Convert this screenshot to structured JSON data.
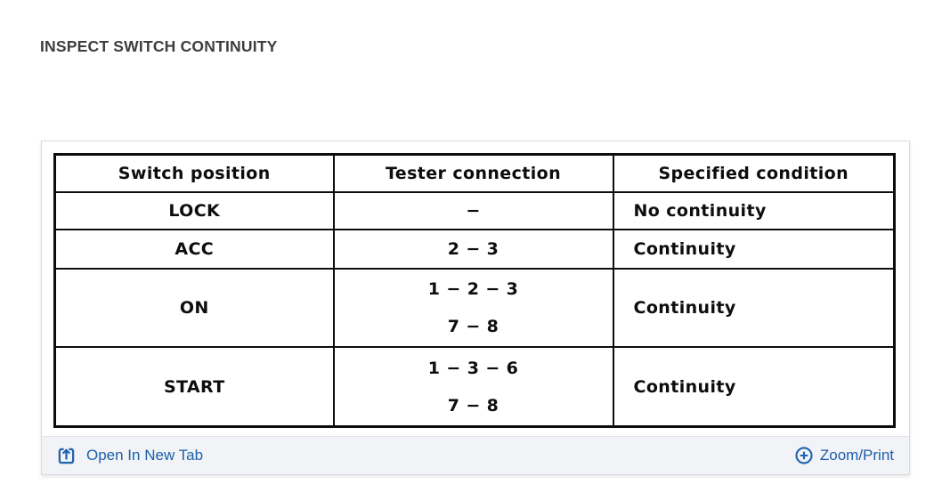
{
  "heading": "INSPECT SWITCH CONTINUITY",
  "table": {
    "headers": [
      "Switch position",
      "Tester connection",
      "Specified condition"
    ],
    "rows": [
      {
        "position": "LOCK",
        "connection": [
          "−"
        ],
        "condition": "No continuity"
      },
      {
        "position": "ACC",
        "connection": [
          "2 − 3"
        ],
        "condition": "Continuity"
      },
      {
        "position": "ON",
        "connection": [
          "1 − 2 − 3",
          "7 − 8"
        ],
        "condition": "Continuity"
      },
      {
        "position": "START",
        "connection": [
          "1 − 3 − 6",
          "7 − 8"
        ],
        "condition": "Continuity"
      }
    ]
  },
  "footer": {
    "open_in_new_tab": "Open In New Tab",
    "zoom_print": "Zoom/Print"
  },
  "colors": {
    "link_blue": "#1c5fa9",
    "table_ink": "#0d0d0d",
    "footer_bg": "#f1f3f7",
    "panel_border": "#d8dce1",
    "heading_text": "#3e3e3e"
  }
}
